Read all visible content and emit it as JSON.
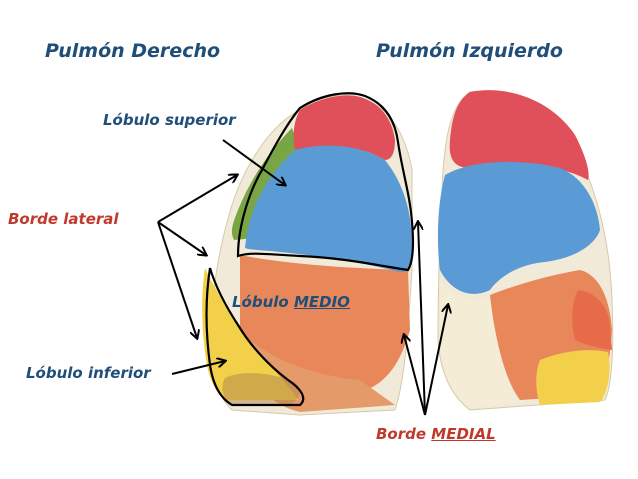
{
  "labels": {
    "right_lung_title": "Pulmón Derecho",
    "left_lung_title": "Pulmón Izquierdo",
    "upper_lobe": "Lóbulo superior",
    "lateral_border": "Borde lateral",
    "middle_lobe_prefix": "Lóbulo",
    "middle_lobe_emph": "MEDIO",
    "lower_lobe": "Lóbulo inferior",
    "medial_border_prefix": "Borde",
    "medial_border_emph": "MEDIAL"
  },
  "colors": {
    "title_blue": "#1f4e79",
    "border_red": "#c0392b",
    "upper_lobe_blue": "#5b9bd5",
    "apex_red": "#e0505a",
    "middle_lobe_salmon": "#e8875a",
    "lower_lobe_yellow": "#f2d04a",
    "green_segment": "#7aa545",
    "tissue_cream": "#f2ead8"
  }
}
